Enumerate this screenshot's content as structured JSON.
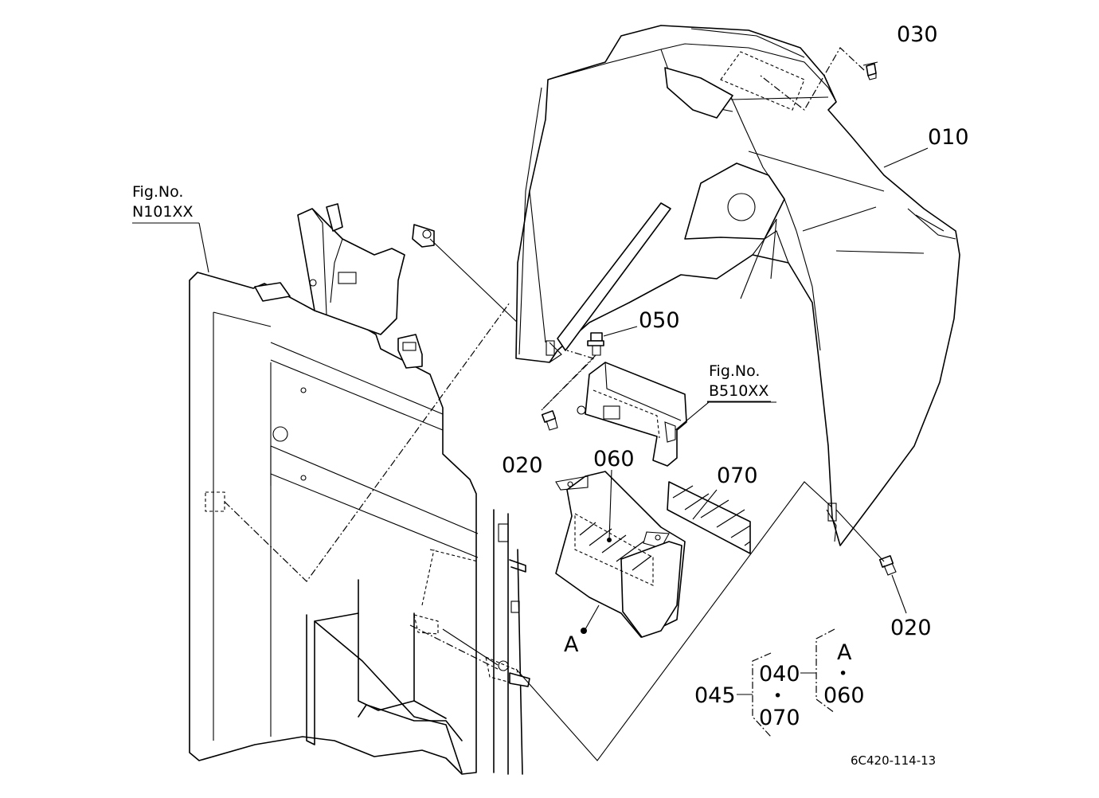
{
  "callouts": {
    "p010": "010",
    "p020_left": "020",
    "p020_right": "020",
    "p030": "030",
    "p050": "050",
    "p060": "060",
    "p070": "070",
    "ref_a": "A"
  },
  "figure_refs": {
    "ref1_line1": "Fig.No.",
    "ref1_line2": "N101XX",
    "ref2_line1": "Fig.No.",
    "ref2_line2": "B510XX"
  },
  "assembly_key": {
    "assembly": "045",
    "sub": "040",
    "sub_dot": "•",
    "sub_child": "070",
    "kit": "A",
    "kit_dot": "•",
    "kit_child": "060"
  },
  "drawing_code": "6C420-114-13"
}
